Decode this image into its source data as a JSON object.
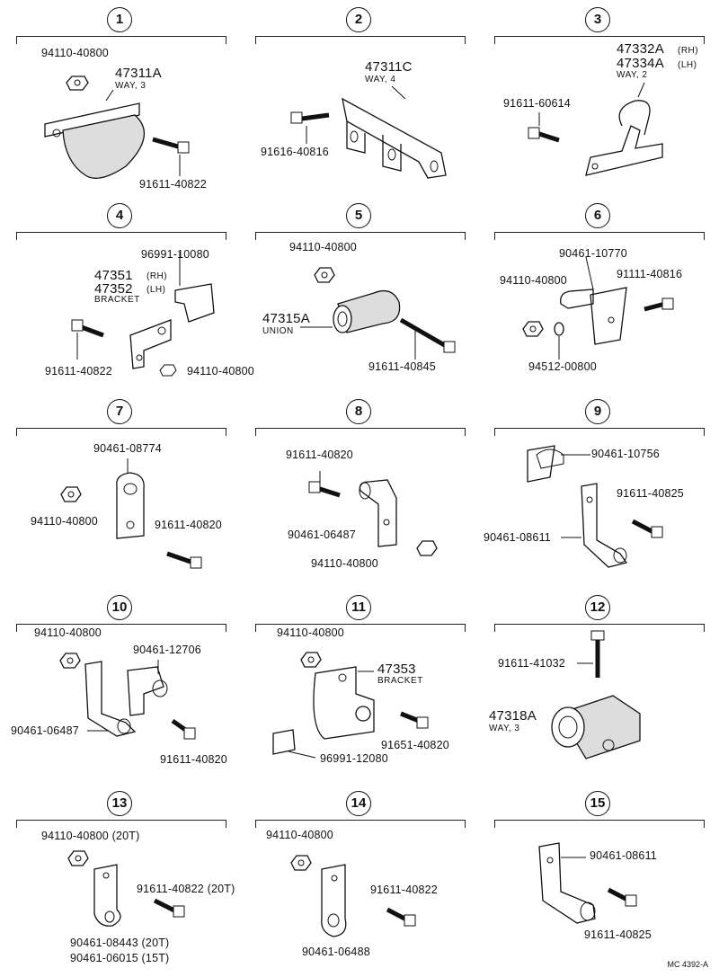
{
  "cells": [
    {
      "num": "1",
      "labels": [
        "94110-40800",
        "47311A",
        "WAY, 3",
        "91611-40822"
      ]
    },
    {
      "num": "2",
      "labels": [
        "47311C",
        "WAY, 4",
        "91616-40816"
      ]
    },
    {
      "num": "3",
      "labels": [
        "47332A",
        "(RH)",
        "47334A",
        "(LH)",
        "WAY, 2",
        "91611-60614"
      ]
    },
    {
      "num": "4",
      "labels": [
        "96991-10080",
        "47351",
        "(RH)",
        "47352",
        "(LH)",
        "BRACKET",
        "91611-40822",
        "94110-40800"
      ]
    },
    {
      "num": "5",
      "labels": [
        "94110-40800",
        "47315A",
        "UNION",
        "91611-40845"
      ]
    },
    {
      "num": "6",
      "labels": [
        "90461-10770",
        "94110-40800",
        "91111-40816",
        "94512-00800"
      ]
    },
    {
      "num": "7",
      "labels": [
        "90461-08774",
        "94110-40800",
        "91611-40820"
      ]
    },
    {
      "num": "8",
      "labels": [
        "91611-40820",
        "90461-06487",
        "94110-40800"
      ]
    },
    {
      "num": "9",
      "labels": [
        "90461-10756",
        "91611-40825",
        "90461-08611"
      ]
    },
    {
      "num": "10",
      "labels": [
        "94110-40800",
        "90461-12706",
        "90461-06487",
        "91611-40820"
      ]
    },
    {
      "num": "11",
      "labels": [
        "94110-40800",
        "47353",
        "BRACKET",
        "91651-40820",
        "96991-12080"
      ]
    },
    {
      "num": "12",
      "labels": [
        "91611-41032",
        "47318A",
        "WAY, 3"
      ]
    },
    {
      "num": "13",
      "labels": [
        "94110-40800 (20T)",
        "91611-40822 (20T)",
        "90461-08443 (20T)",
        "90461-06015 (15T)"
      ]
    },
    {
      "num": "14",
      "labels": [
        "94110-40800",
        "91611-40822",
        "90461-06488"
      ]
    },
    {
      "num": "15",
      "labels": [
        "90461-08611",
        "91611-40825"
      ]
    }
  ],
  "footer": "MC 4392-A"
}
